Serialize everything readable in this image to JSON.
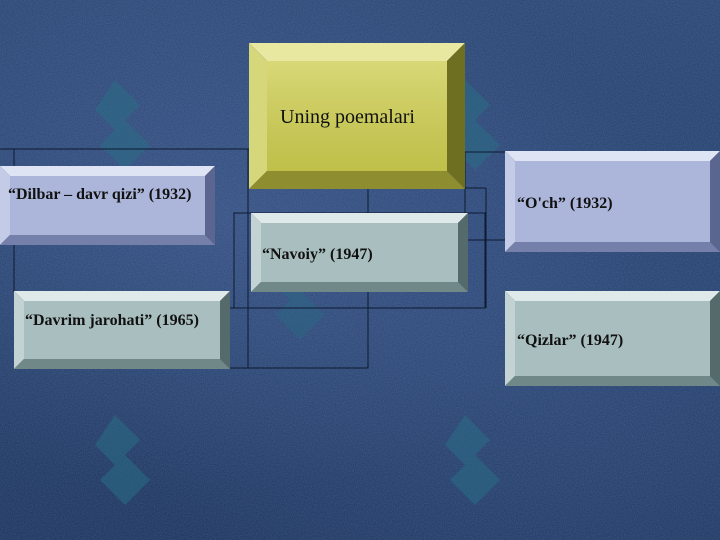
{
  "diagram": {
    "root": {
      "label": "Uning poemalari"
    },
    "items": [
      {
        "label": "“Dilbar – davr qizi” (1932)"
      },
      {
        "label": "“Davrim jarohati” (1965)"
      },
      {
        "label": "“Navoiy” (1947)"
      },
      {
        "label": "“O'ch” (1932)"
      },
      {
        "label": "“Qizlar” (1947)"
      }
    ]
  },
  "colors": {
    "background": "#1e3a68",
    "root_box": "#cccc55",
    "item_box_blue": "#aab4d8",
    "item_box_teal": "#a7bcbc",
    "connector": "#0d1a30"
  }
}
